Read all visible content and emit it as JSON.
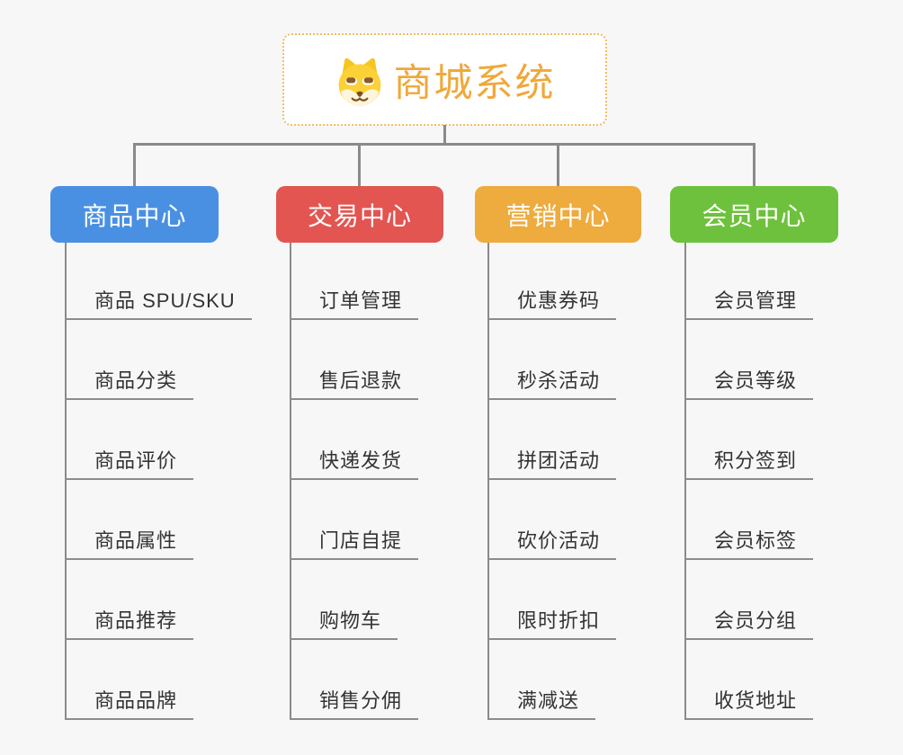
{
  "root": {
    "title": "商城系统",
    "icon": "dog-face-icon"
  },
  "branches": [
    {
      "label": "商品中心",
      "color": "#4a90e2",
      "items": [
        "商品 SPU/SKU",
        "商品分类",
        "商品评价",
        "商品属性",
        "商品推荐",
        "商品品牌"
      ]
    },
    {
      "label": "交易中心",
      "color": "#e25551",
      "items": [
        "订单管理",
        "售后退款",
        "快递发货",
        "门店自提",
        "购物车",
        "销售分佣"
      ]
    },
    {
      "label": "营销中心",
      "color": "#eeab3e",
      "items": [
        "优惠券码",
        "秒杀活动",
        "拼团活动",
        "砍价活动",
        "限时折扣",
        "满减送"
      ]
    },
    {
      "label": "会员中心",
      "color": "#6ec13c",
      "items": [
        "会员管理",
        "会员等级",
        "积分签到",
        "会员标签",
        "会员分组",
        "收货地址"
      ]
    }
  ],
  "colors": {
    "background": "#f7f7f7",
    "connector": "#8a8a8a",
    "root_text": "#f0a83a",
    "root_border": "#f2bc62",
    "child_text": "#333333"
  }
}
